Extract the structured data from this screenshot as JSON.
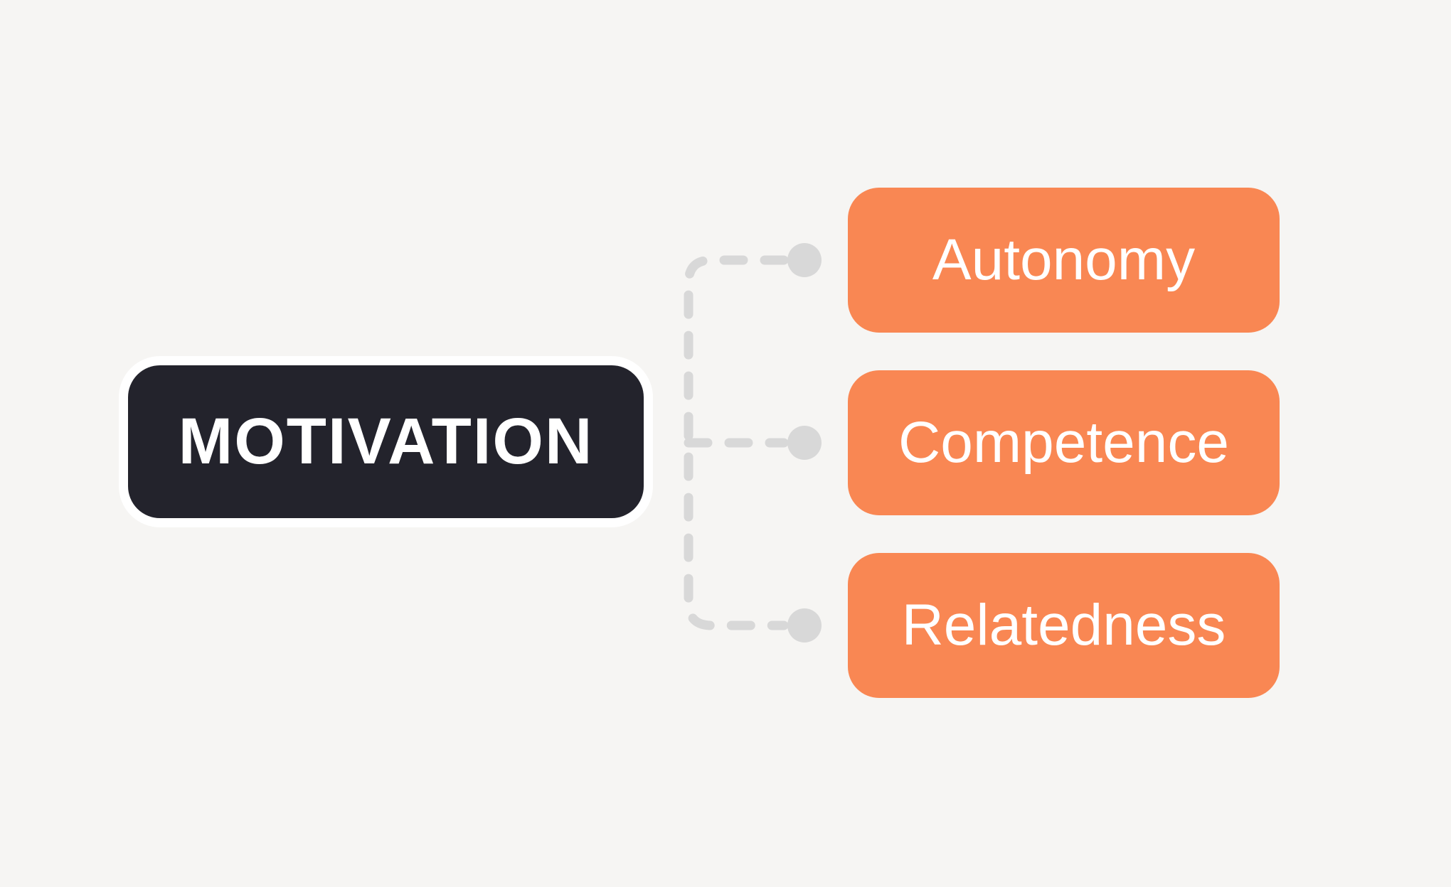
{
  "diagram": {
    "root": {
      "label": "MOTIVATION"
    },
    "children": [
      {
        "label": "Autonomy"
      },
      {
        "label": "Competence"
      },
      {
        "label": "Relatedness"
      }
    ]
  },
  "colors": {
    "background": "#F6F5F3",
    "root_fill": "#23232C",
    "root_outline": "#FFFFFF",
    "child_fill": "#F98753",
    "text": "#FFFFFF",
    "connector": "#D8D8D8"
  }
}
